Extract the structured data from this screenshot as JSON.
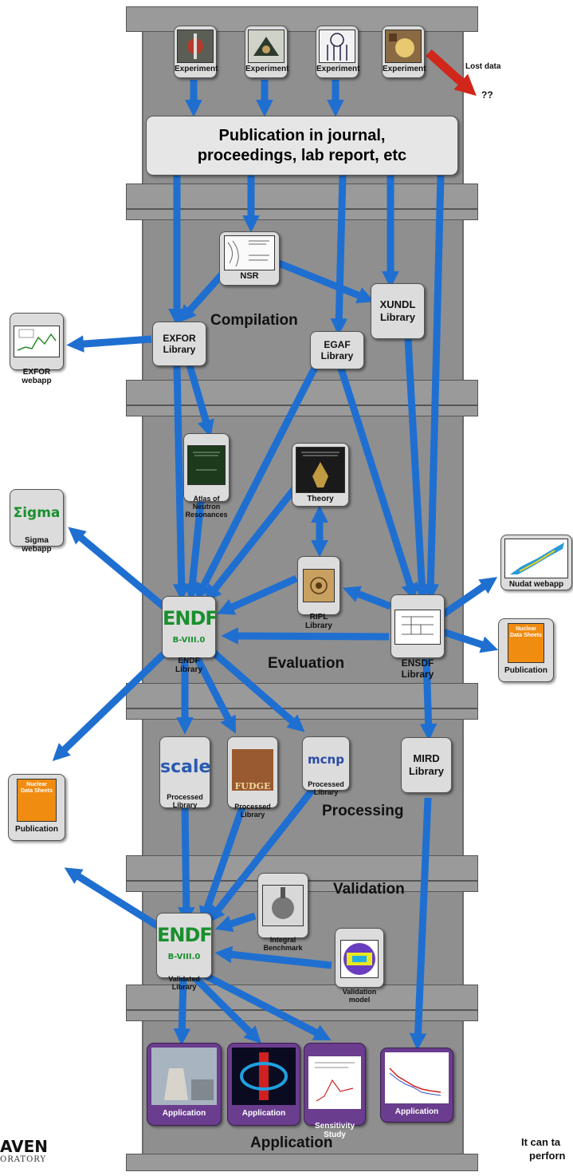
{
  "experiments": [
    "Experiment",
    "Experiment",
    "Experiment",
    "Experiment"
  ],
  "lost_data": {
    "label": "Lost data",
    "mark": "??"
  },
  "publication_box": "Publication in journal,\nproceedings, lab report, etc",
  "nodes": {
    "nsr": "NSR",
    "exfor": "EXFOR\nLibrary",
    "exfor_webapp": "EXFOR\nwebapp",
    "egaf": "EGAF\nLibrary",
    "xundl": "XUNDL\nLibrary",
    "atlas": "Atlas of\nNeutron\nResonances",
    "theory": "Theory",
    "sigma_logo": "Σigma",
    "sigma_webapp": "Sigma\nwebapp",
    "ripl": "RIPL\nLibrary",
    "endf_logo": "ENDF",
    "endf_version": "B-VIII.0",
    "endf": "ENDF\nLibrary",
    "ensdf": "ENSDF\nLibrary",
    "nudat": "Nudat webapp",
    "publication_right": "Publication",
    "publication_left": "Publication",
    "nds_title": "Nuclear\nData Sheets",
    "scale_logo": "scale",
    "scale": "Processed\nLibrary",
    "fudge_logo": "FUDGE",
    "fudge": "Processed\nLibrary",
    "mcnp_logo": "mcnp",
    "mcnp": "Processed\nLibrary",
    "mird": "MIRD\nLibrary",
    "integral": "Integral\nBenchmark",
    "validation_model": "Validation\nmodel",
    "validated": "Validated\nLibrary"
  },
  "stages": {
    "compilation": "Compilation",
    "evaluation": "Evaluation",
    "processing": "Processing",
    "validation": "Validation",
    "application": "Application"
  },
  "applications": [
    "Application",
    "Application",
    "Sensitivity\nStudy",
    "Application"
  ],
  "footer": {
    "logo_line1": "AVEN",
    "logo_line2": "ORATORY",
    "right_text_line1": "It can ta",
    "right_text_line2": "perforn"
  },
  "colors": {
    "arrow": "#1f6fd1",
    "lost_arrow": "#d1261a",
    "pipe": "#8f8f8f",
    "app": "#6a3d8e",
    "endf_green": "#1a8f2e",
    "nds_orange": "#f08c10"
  }
}
